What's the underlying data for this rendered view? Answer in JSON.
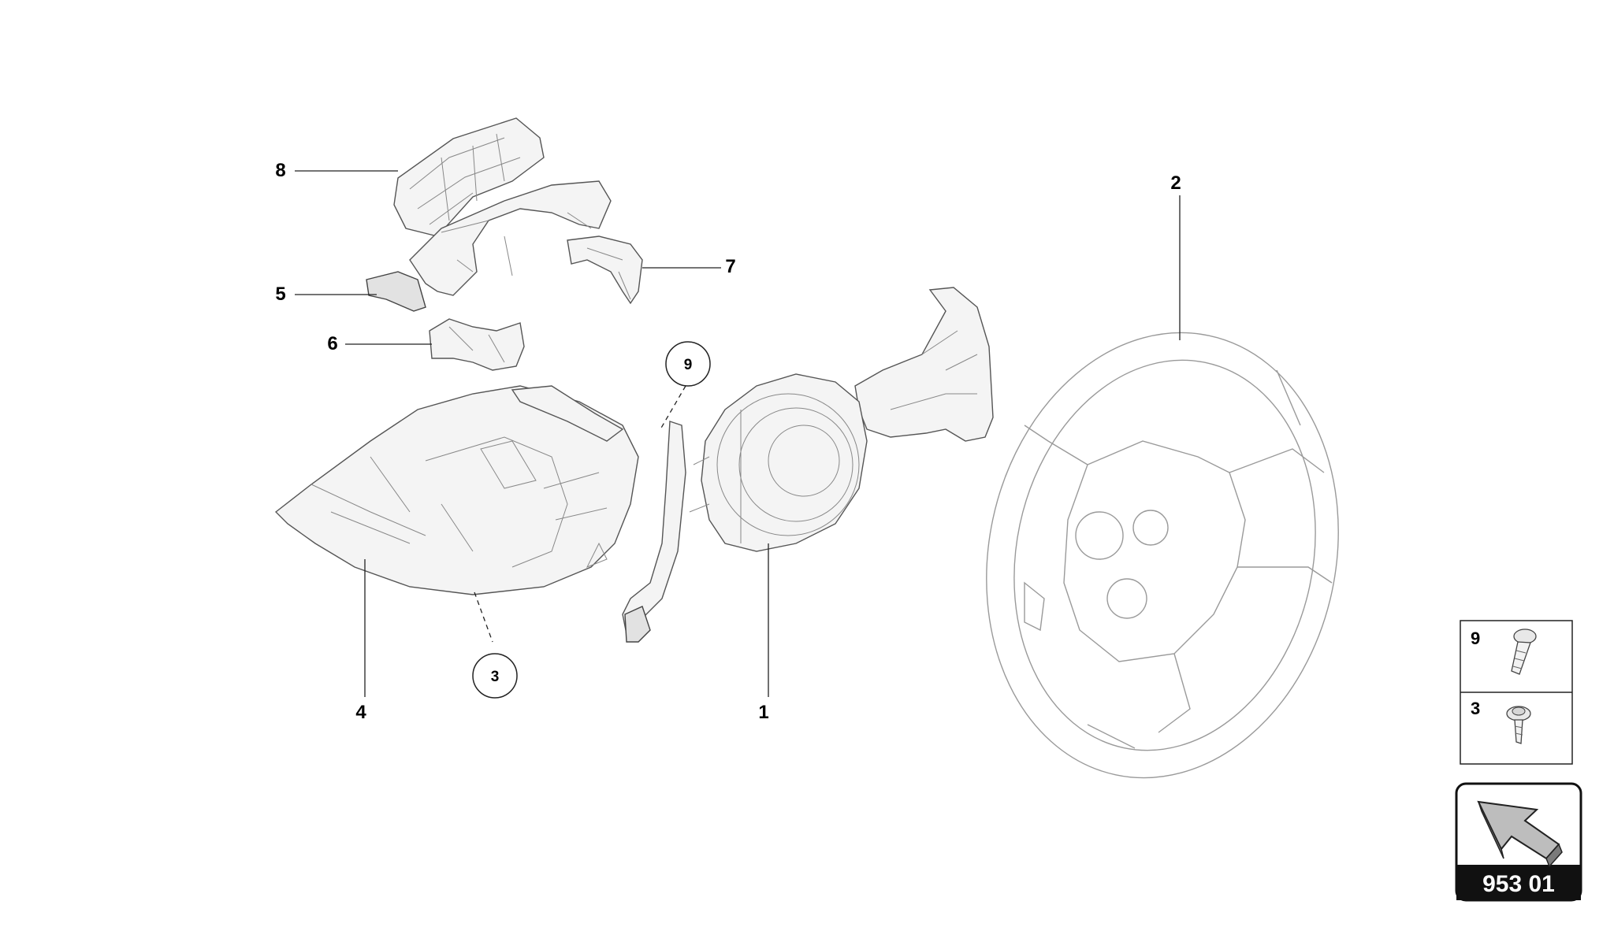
{
  "callouts": {
    "c1": "1",
    "c2": "2",
    "c4": "4",
    "c5": "5",
    "c6": "6",
    "c7": "7",
    "c8": "8"
  },
  "circled_callouts": {
    "c3": "3",
    "c9": "9"
  },
  "legend": {
    "items": [
      {
        "label": "9",
        "icon": "screw-icon"
      },
      {
        "label": "3",
        "icon": "flanged-screw-icon"
      }
    ]
  },
  "reference": {
    "label": "953 01",
    "icon": "navigation-arrow-icon"
  }
}
